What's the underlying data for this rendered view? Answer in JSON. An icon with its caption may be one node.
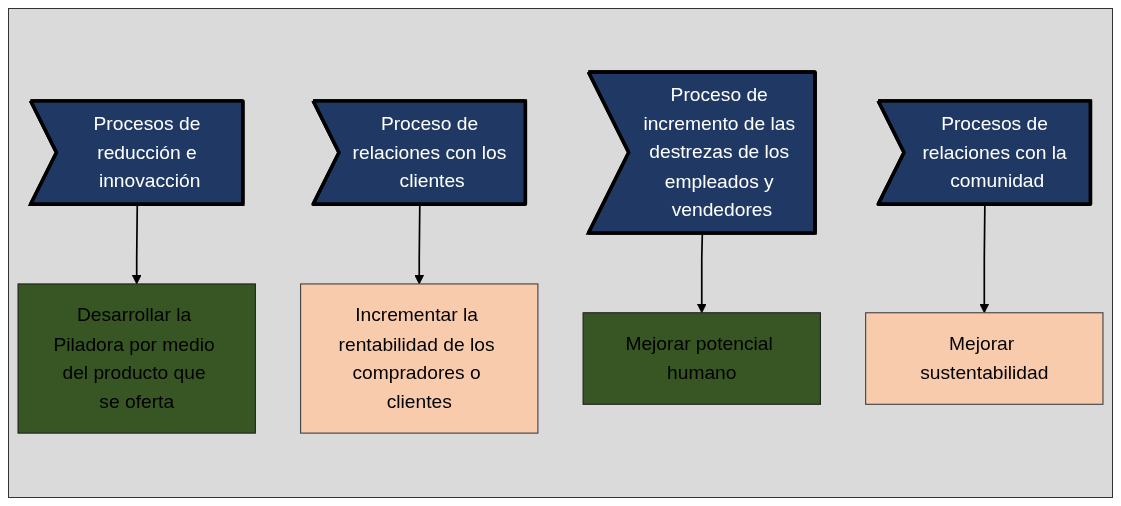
{
  "diagram": {
    "nodes": [
      {
        "text": [
          "Procesos de reducción e innovacción"
        ]
      },
      {
        "text": [
          "Proceso de relaciones con los clientes"
        ]
      },
      {
        "text": [
          "Proceso de incremento de las destrezas de los empleados y vendedores"
        ]
      },
      {
        "text": [
          "Procesos de relaciones con la comunidad"
        ]
      },
      {
        "text": [
          "Desarrollar la Piladora por medio del producto que se oferta"
        ]
      },
      {
        "text": [
          "Incrementar la rentabilidad de los compradores o clientes"
        ]
      },
      {
        "text": [
          "Mejorar potencial humano"
        ]
      },
      {
        "text": [
          "Mejorar sustentabilidad"
        ]
      }
    ],
    "edges": [
      {
        "from": 0,
        "to": 4,
        "arrow": "to"
      },
      {
        "from": 1,
        "to": 5,
        "arrow": "to"
      },
      {
        "from": 2,
        "to": 6,
        "arrow": "to"
      },
      {
        "from": 3,
        "to": 7,
        "arrow": "to"
      }
    ]
  }
}
